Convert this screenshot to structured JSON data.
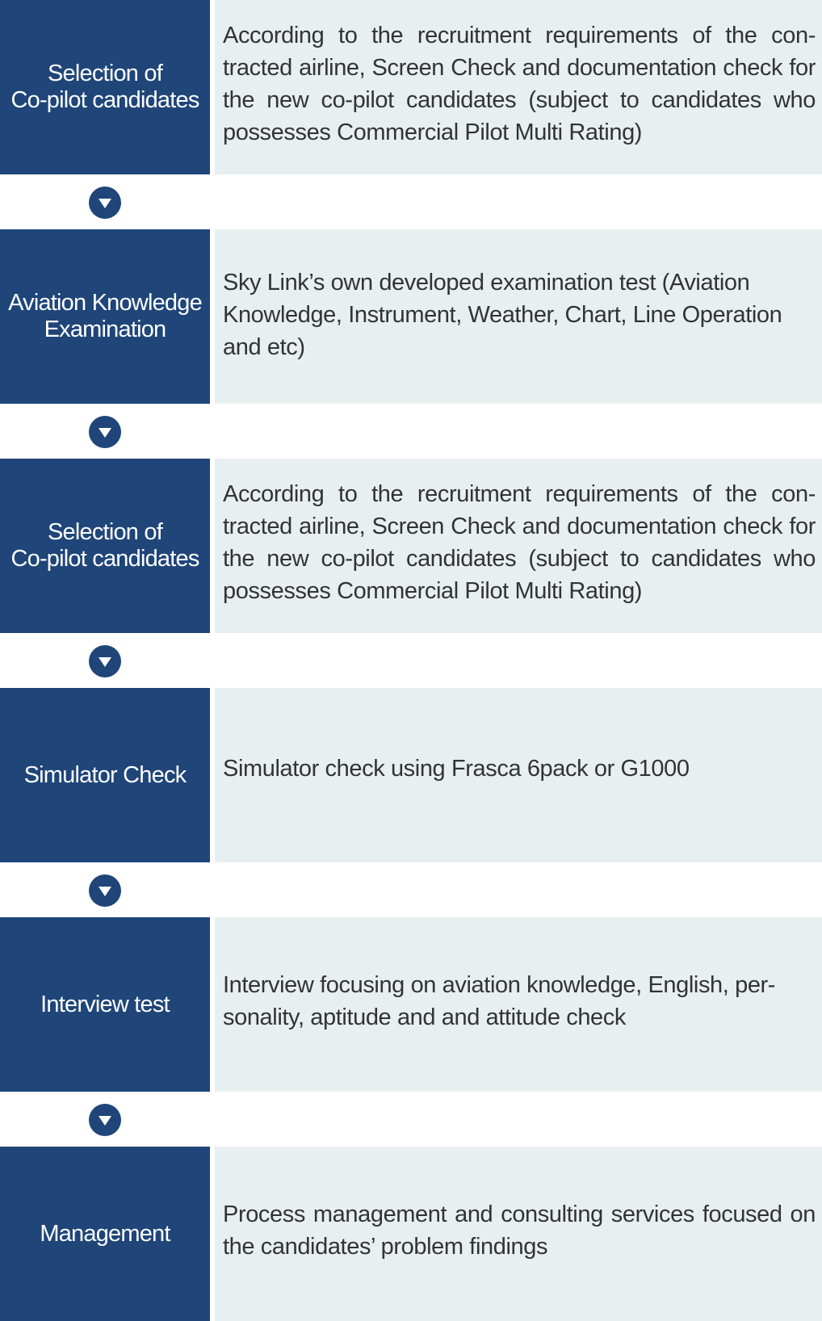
{
  "steps": [
    {
      "title": "Selection of\nCo-pilot candidates",
      "description": "According to the recruitment requirements of the con-tracted airline, Screen Check and documentation check for the new co-pilot candidates (subject to candidates who possesses Commercial Pilot Multi Rating)"
    },
    {
      "title": "Aviation Knowledge\nExamination",
      "description": "Sky Link’s own developed examination test (Aviation Knowledge, Instrument, Weather, Chart, Line Operation and etc)"
    },
    {
      "title": "Selection of\nCo-pilot candidates",
      "description": "According to the recruitment requirements of the con-tracted airline, Screen Check and documentation check for the new co-pilot candidates (subject to candidates who possesses Commercial Pilot Multi Rating)"
    },
    {
      "title": "Simulator Check",
      "description": "Simulator check using Frasca 6pack or G1000"
    },
    {
      "title": "Interview test",
      "description": "Interview focusing on aviation knowledge, English, per-sonality, aptitude and and attitude check"
    },
    {
      "title": "Management",
      "description": "Process management and consulting services  focused on the candidates’ problem findings"
    }
  ],
  "colors": {
    "label_bg": "#1f4579",
    "desc_bg": "#e8eff0",
    "text": "#333333"
  },
  "icons": {
    "step_arrow": "chevron-down-circle-icon"
  }
}
